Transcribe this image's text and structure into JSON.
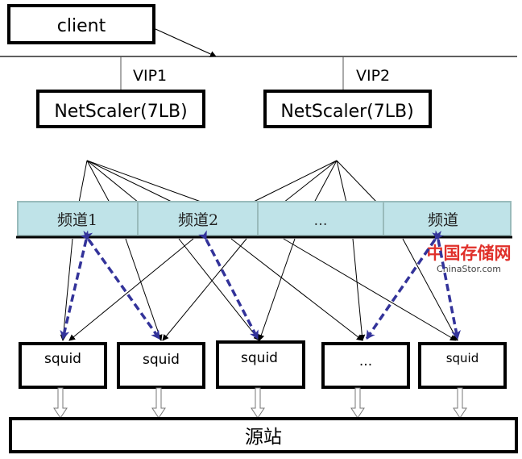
{
  "client": {
    "label": "client"
  },
  "vips": [
    "VIP1",
    "VIP2"
  ],
  "load_balancers": [
    "NetScaler(7LB)",
    "NetScaler(7LB)"
  ],
  "channels": [
    "频道1",
    "频道2",
    "…",
    "频道"
  ],
  "caches": [
    "squid",
    "squid",
    "squid",
    "...",
    "squid"
  ],
  "origin": {
    "label": "源站"
  },
  "watermark": {
    "text": "中国存储网",
    "url_text": "ChinaStor.com"
  },
  "colors": {
    "channel_fill": "#bfe3e8",
    "dashed_arrow": "#33339a",
    "watermark": "#e0302a"
  }
}
